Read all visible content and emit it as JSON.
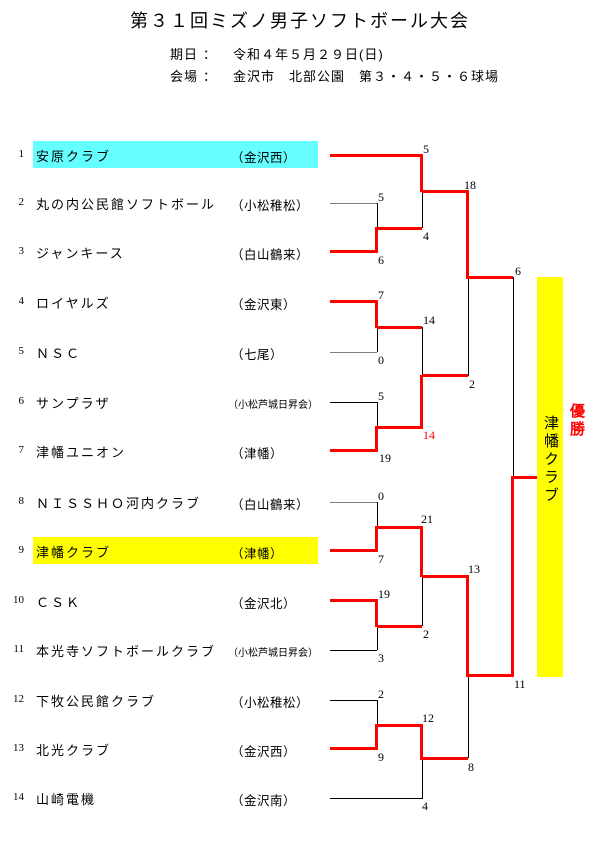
{
  "header": {
    "title": "第３１回ミズノ男子ソフトボール大会",
    "date_label": "期日",
    "date_colon": "：",
    "date_value": "令和４年５月２９日(日)",
    "venue_label": "会場",
    "venue_colon": "：",
    "venue_value": "金沢市　北部公園　第３・４・５・６球場"
  },
  "teams": [
    {
      "seed": "1",
      "name": "安原クラブ",
      "affiliation": "（金沢西）",
      "line_color": "red",
      "highlight": "cyan"
    },
    {
      "seed": "2",
      "name": "丸の内公民館ソフトボール",
      "affiliation": "（小松稚松）",
      "line_color": "gray",
      "highlight": ""
    },
    {
      "seed": "3",
      "name": "ジャンキース",
      "affiliation": "（白山鶴来）",
      "line_color": "red",
      "highlight": ""
    },
    {
      "seed": "4",
      "name": "ロイヤルズ",
      "affiliation": "（金沢東）",
      "line_color": "red",
      "highlight": ""
    },
    {
      "seed": "5",
      "name": "ＮＳＣ",
      "affiliation": "（七尾）",
      "line_color": "gray",
      "highlight": ""
    },
    {
      "seed": "6",
      "name": "サンプラザ",
      "affiliation": "（小松芦城日昇会）",
      "line_color": "black",
      "highlight": ""
    },
    {
      "seed": "7",
      "name": "津幡ユニオン",
      "affiliation": "（津幡）",
      "line_color": "red",
      "highlight": ""
    },
    {
      "seed": "8",
      "name": "ＮＩＳＳＨＯ河内クラブ",
      "affiliation": "（白山鶴来）",
      "line_color": "gray",
      "highlight": ""
    },
    {
      "seed": "9",
      "name": "津幡クラブ",
      "affiliation": "（津幡）",
      "line_color": "red",
      "highlight": "yellow"
    },
    {
      "seed": "10",
      "name": "ＣＳＫ",
      "affiliation": "（金沢北）",
      "line_color": "red",
      "highlight": ""
    },
    {
      "seed": "11",
      "name": "本光寺ソフトボールクラブ",
      "affiliation": "（小松芦城日昇会）",
      "line_color": "black",
      "highlight": ""
    },
    {
      "seed": "12",
      "name": "下牧公民館クラブ",
      "affiliation": "（小松稚松）",
      "line_color": "black",
      "highlight": ""
    },
    {
      "seed": "13",
      "name": "北光クラブ",
      "affiliation": "（金沢西）",
      "line_color": "red",
      "highlight": ""
    },
    {
      "seed": "14",
      "name": "山崎電機",
      "affiliation": "（金沢南）",
      "line_color": "black",
      "highlight": ""
    }
  ],
  "entry_scores": {
    "t1": "5",
    "t2": "5",
    "t3": "6",
    "t4": "7",
    "t5": "0",
    "t6": "5",
    "t7": "19",
    "t8": "0",
    "t9": "7",
    "t10": "19",
    "t11": "3",
    "t12": "2",
    "t13": "9",
    "t14": "4"
  },
  "exit_scores": {
    "A": "4",
    "B": "18",
    "C": "14",
    "D": "14",
    "E": "2",
    "F": "6",
    "G": "21",
    "H": "2",
    "I": "13",
    "J": "11",
    "K": "12",
    "L": "8"
  },
  "winner": {
    "caption": "優勝",
    "team": "津幡クラブ"
  },
  "colors": {
    "win": "#ff0000",
    "lose": "#000000",
    "bye_gray": "#808080",
    "cyan": "#66ffff",
    "panel": "#ffff00",
    "red_score_label": "#ff0000"
  }
}
